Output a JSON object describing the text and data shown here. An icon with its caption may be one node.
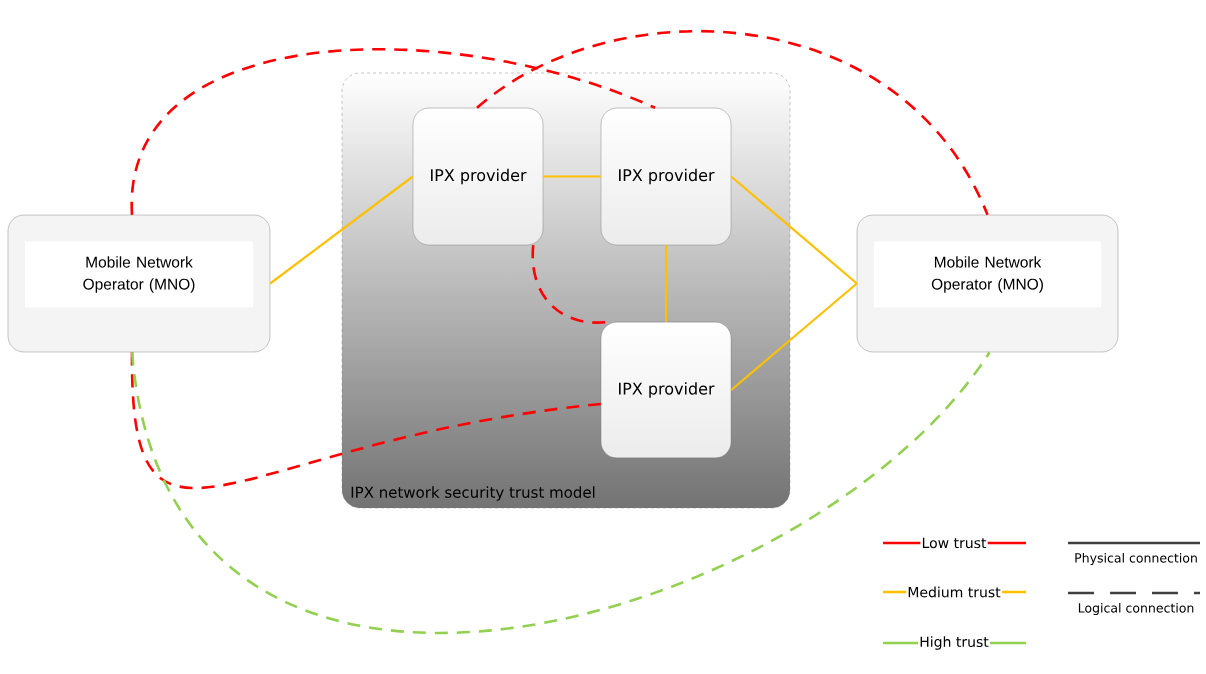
{
  "diagram": {
    "nodes": [
      {
        "text": [
          "Mobile Network Operator (MNO)"
        ]
      },
      {
        "text": [
          "IPX network security trust model"
        ]
      },
      {
        "text": [
          "IPX provider"
        ],
        "in": 1
      },
      {
        "text": [
          "IPX provider"
        ],
        "in": 1
      },
      {
        "text": [
          "IPX provider"
        ],
        "in": 1
      },
      {
        "text": [
          "Mobile Network Operator (MNO)"
        ]
      }
    ],
    "edges": [
      {
        "from": 0,
        "to": 2,
        "arrow": "none"
      },
      {
        "from": 2,
        "to": 3,
        "arrow": "none"
      },
      {
        "from": 3,
        "to": 4,
        "arrow": "none"
      },
      {
        "from": 3,
        "to": 5,
        "arrow": "none"
      },
      {
        "from": 4,
        "to": 5,
        "arrow": "none"
      },
      {
        "from": 0,
        "to": 3,
        "arrow": "none",
        "style": "dashed",
        "color": "#ff0000"
      },
      {
        "from": 2,
        "to": 5,
        "arrow": "none",
        "style": "dashed",
        "color": "#ff0000"
      },
      {
        "from": 2,
        "to": 4,
        "arrow": "none",
        "style": "dashed",
        "color": "#ff0000"
      },
      {
        "from": 0,
        "to": 4,
        "arrow": "none",
        "style": "dashed",
        "color": "#ff0000"
      },
      {
        "from": 0,
        "to": 5,
        "arrow": "none",
        "style": "dashed",
        "color": "#92d050"
      }
    ],
    "legend": [
      {
        "text": "Low trust",
        "color": "#ff0000"
      },
      {
        "text": "Medium trust",
        "color": "#ffc000"
      },
      {
        "text": "High trust",
        "color": "#92d050"
      },
      {
        "text": "Physical connection"
      },
      {
        "text": "Logical connection"
      }
    ]
  }
}
